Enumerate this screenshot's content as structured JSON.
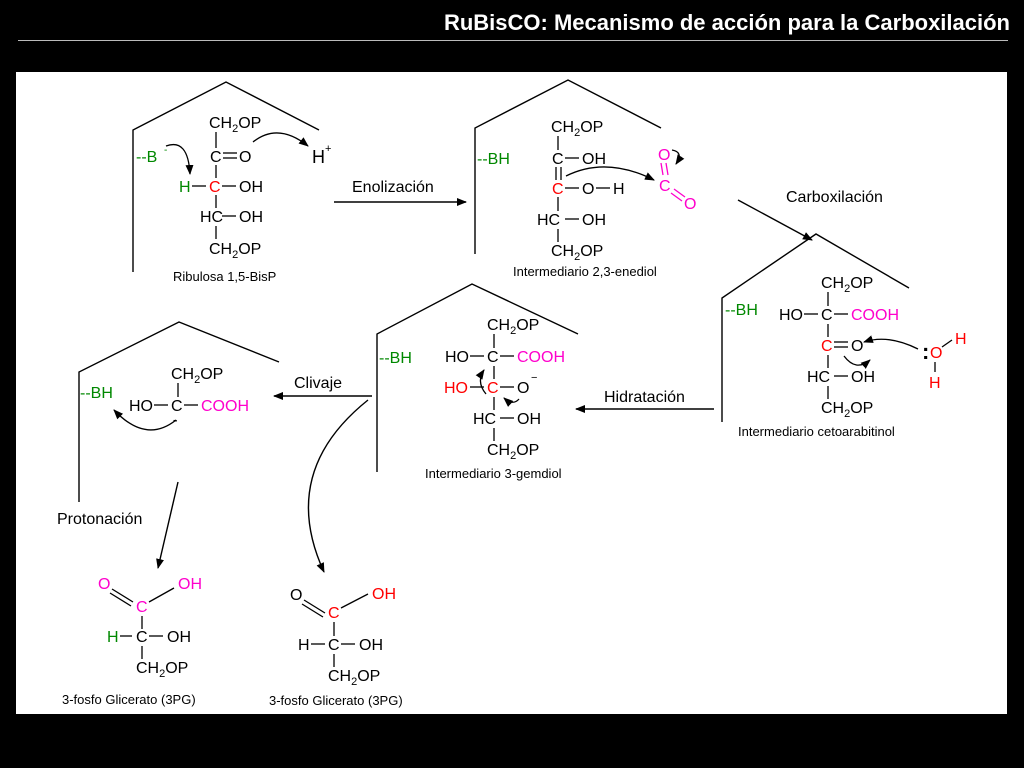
{
  "title": "RuBisCO: Mecanismo de acción para la Carboxilación",
  "atoms": {
    "ch2op": "CH2OP",
    "c": "C",
    "o": "O",
    "oh": "OH",
    "h": "H",
    "hc": "HC",
    "ho": "HO",
    "cooh": "COOH",
    "b_minus": "--B",
    "bh": "--BH",
    "lone_pair": ":",
    "minus": "−",
    "plus": "+"
  },
  "steps": {
    "enolizacion": "Enolización",
    "carboxilacion": "Carboxilación",
    "hidratacion": "Hidratación",
    "clivaje": "Clivaje",
    "protonacion": "Protonación"
  },
  "captions": {
    "ribulosa": "Ribulosa 1,5-BisP",
    "enediol": "Intermediario 2,3-enediol",
    "cetoarabitinol": "Intermediario cetoarabitinol",
    "gemdiol": "Intermediario 3-gemdiol",
    "pg_left": "3-fosfo Glicerato (3PG)",
    "pg_right": "3-fosfo Glicerato (3PG)"
  },
  "colors": {
    "carbon_reactive": "#ff0000",
    "co2": "#ff00cc",
    "enzyme": "#008800",
    "text": "#000000",
    "background": "#ffffff"
  }
}
